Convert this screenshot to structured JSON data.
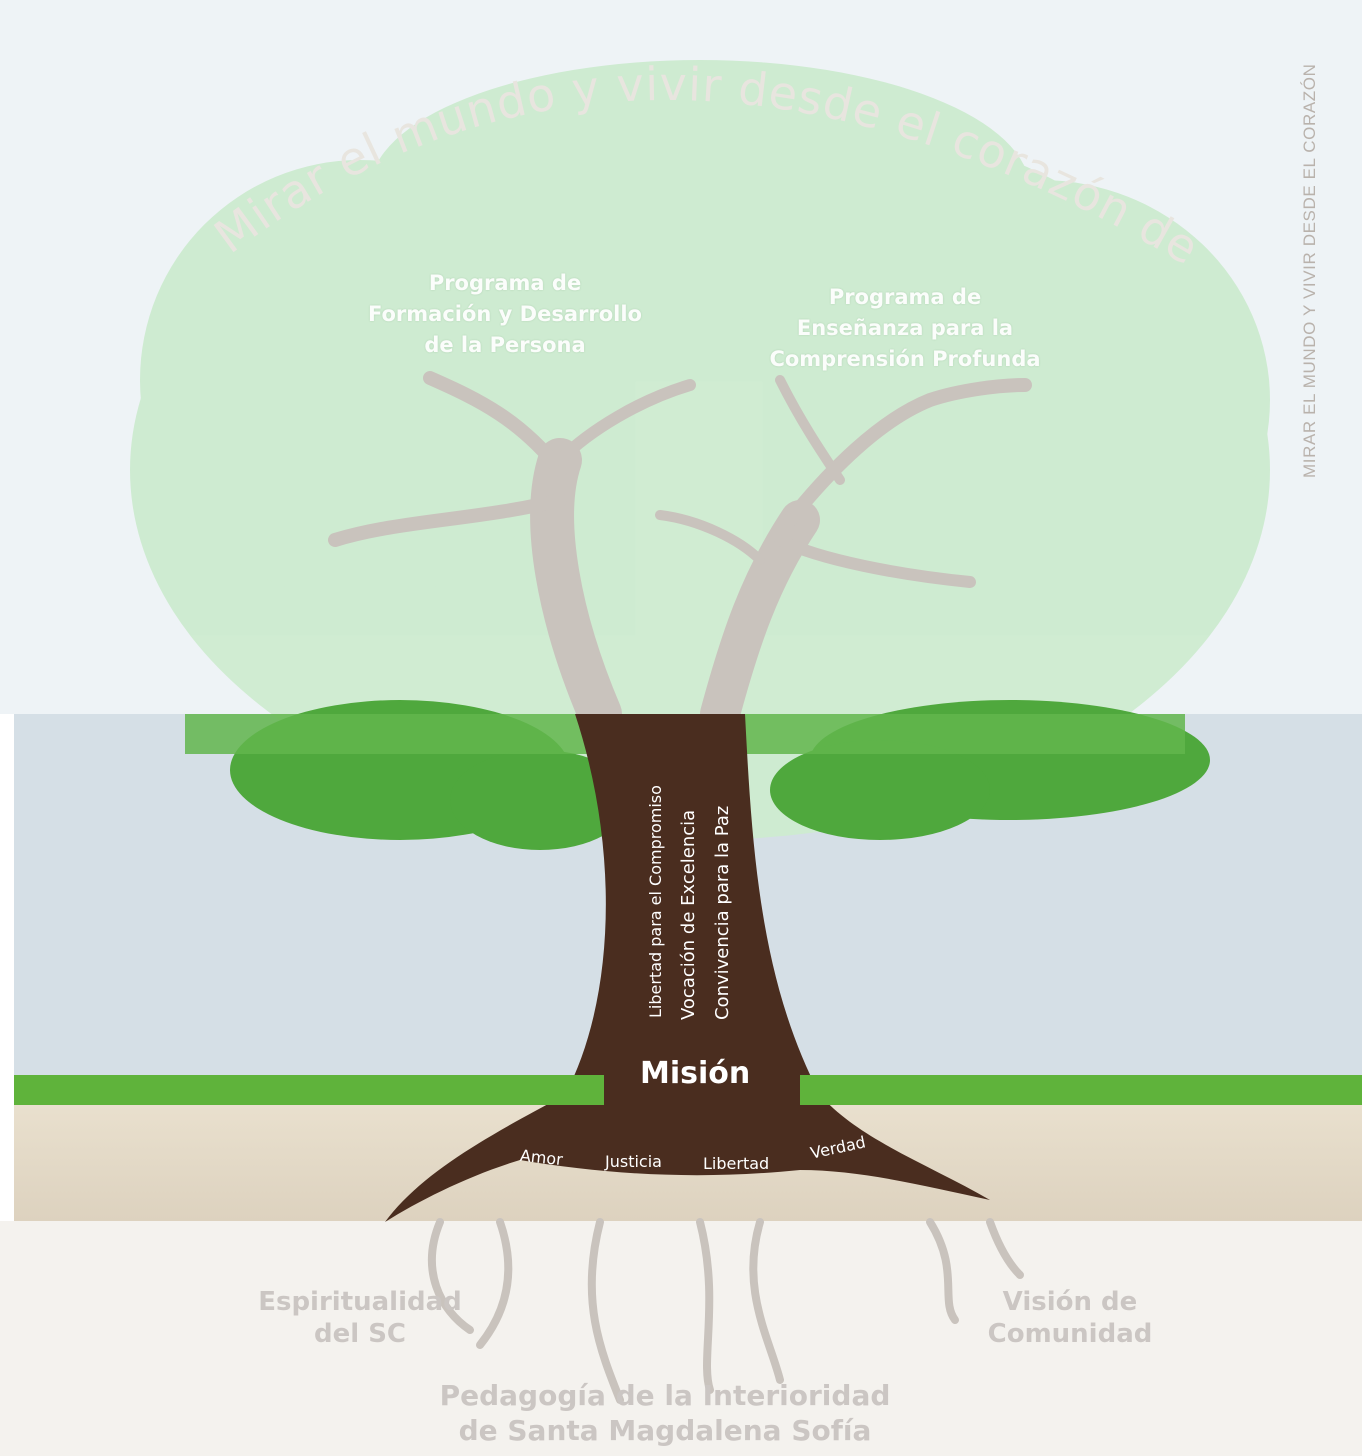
{
  "arc_title": "Mirar el mundo y vivir desde el corazón de Cristo",
  "side_caption": "MIRAR EL MUNDO Y VIVIR DESDE EL CORAZÓN",
  "branches": {
    "left": [
      "Programa de",
      "Formación y Desarrollo",
      "de la Persona"
    ],
    "right": [
      "Programa de",
      "Enseñanza para la",
      "Comprensión Profunda"
    ]
  },
  "trunk": {
    "lines": [
      "Libertad para el Compromiso",
      "Vocación de Excelencia",
      "Convivencia para la Paz"
    ],
    "mission": "Misión"
  },
  "values": [
    "Amor",
    "Justicia",
    "Libertad",
    "Verdad"
  ],
  "roots": {
    "left": [
      "Espiritualidad",
      "del SC"
    ],
    "right": [
      "Visión de",
      "Comunidad"
    ],
    "bottom": [
      "Pedagogía de la Interioridad",
      "de Santa Magdalena Sofía"
    ]
  },
  "colors": {
    "sky": "#eef3f6",
    "sky_band": "#d8e2e8",
    "foliage_light": "#cdebd0",
    "foliage_dark": "#4fa83d",
    "trunk": "#4a2d1f",
    "branch_faded": "#c9c3bd",
    "grass": "#5fb33b",
    "soil": "#e6dccb",
    "label_gray": "#cbc6c3"
  }
}
